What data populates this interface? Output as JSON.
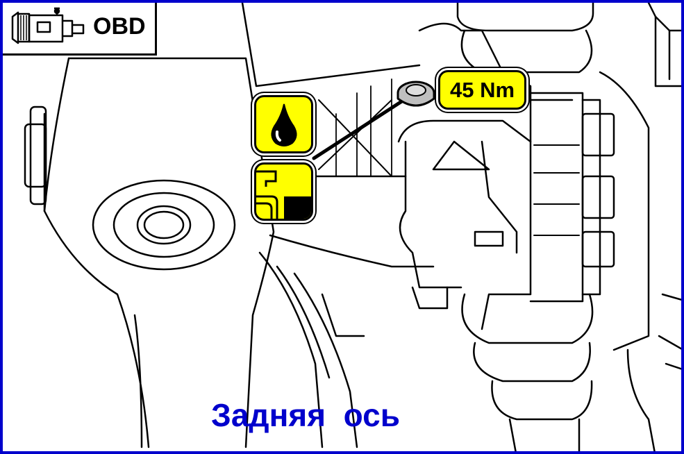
{
  "header": {
    "label": "OBD",
    "icon": "gearbox-diagnostic-icon"
  },
  "callout": {
    "torque": "45 Nm",
    "symbols": [
      "oil-drop-icon",
      "fill-level-icon"
    ]
  },
  "caption": "Задняя  ось",
  "colors": {
    "frame": "#0000cc",
    "caption": "#0000cc",
    "highlight": "#ffff00",
    "line": "#000000",
    "plug": "#bfbfbf"
  }
}
